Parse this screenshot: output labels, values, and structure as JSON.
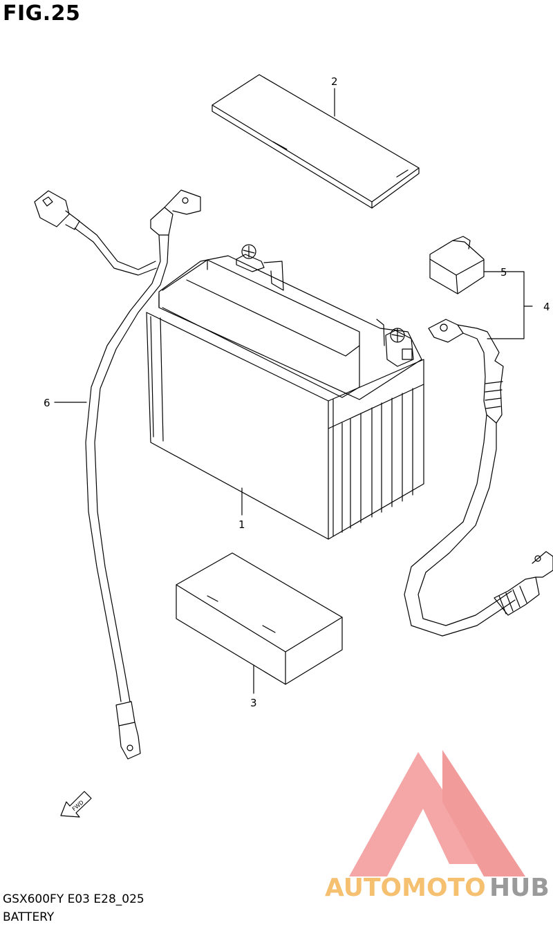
{
  "figure": {
    "title": "FIG.25"
  },
  "callouts": [
    "1",
    "2",
    "3",
    "4",
    "5",
    "6"
  ],
  "direction_arrow": {
    "label": "FWD"
  },
  "footer": {
    "model_code": "GSX600FY E03 E28_025",
    "section": "BATTERY"
  },
  "watermark": {
    "brand_left": "AUTOMOTO",
    "brand_right": "HUB",
    "colors": {
      "logo": "#f2a0a0",
      "text_left": "#f5c070",
      "text_right": "#9a9a9a"
    }
  }
}
